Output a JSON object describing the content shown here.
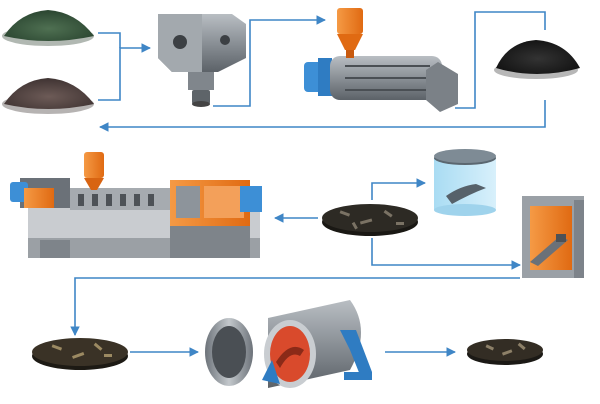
{
  "diagram": {
    "kind": "process-flow",
    "text_labels": [],
    "colors": {
      "background": "#ffffff",
      "arrow": "#3f86c6",
      "machine_orange": "#f07f22",
      "machine_blue": "#3d8fd6",
      "steel": "#8d949b",
      "powder_green": "#3a5a3e",
      "powder_brown": "#5a4a48",
      "pellets_black": "#1c1c1c",
      "disc_dark": "#2d2a24"
    },
    "stages": [
      {
        "id": "raw-powder-green",
        "icon": "green-powder-pile-icon"
      },
      {
        "id": "raw-powder-brown",
        "icon": "brown-powder-pile-icon"
      },
      {
        "id": "mixer",
        "icon": "mixing-hopper-icon"
      },
      {
        "id": "granulator",
        "icon": "extruder-granulator-icon"
      },
      {
        "id": "granules",
        "icon": "black-granules-pile-icon"
      },
      {
        "id": "injection-molding-machine",
        "icon": "injection-molding-machine-icon"
      },
      {
        "id": "molded-disc",
        "icon": "molded-disc-icon"
      },
      {
        "id": "debinding-container",
        "icon": "debinding-container-icon"
      },
      {
        "id": "sintering-furnace",
        "icon": "sintering-furnace-icon"
      },
      {
        "id": "sintered-disc",
        "icon": "sintered-disc-icon"
      },
      {
        "id": "tube-furnace",
        "icon": "tube-furnace-icon"
      },
      {
        "id": "final-part",
        "icon": "final-part-disc-icon"
      }
    ]
  }
}
